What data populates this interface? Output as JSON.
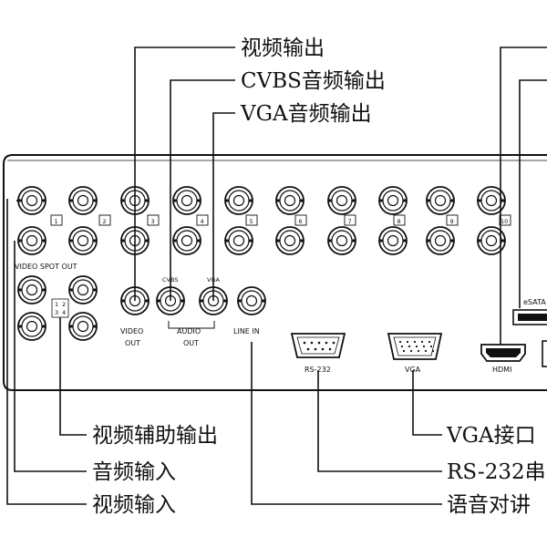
{
  "callouts": {
    "video_out": "视频输出",
    "cvbs_audio_out": "CVBS音频输出",
    "vga_audio_out": "VGA音频输出",
    "video_aux_out": "视频辅助输出",
    "audio_in": "音频输入",
    "video_in": "视频输入",
    "vga_port": "VGA接口",
    "rs232_serial": "RS-232串",
    "intercom": "语音对讲"
  },
  "panel": {
    "video_spot_out": "VIDEO SPOT OUT",
    "spot_numbers": [
      "1",
      "2",
      "3",
      "4"
    ],
    "channel_numbers": [
      "1",
      "2",
      "3",
      "4",
      "5",
      "6",
      "7",
      "8",
      "9",
      "10"
    ],
    "video_out_lines": [
      "VIDEO",
      "OUT"
    ],
    "cvbs": "CVBS",
    "vga_small": "VGA",
    "audio_out_lines": [
      "AUDIO",
      "OUT"
    ],
    "line_in": "LINE IN",
    "rs232": "RS-232",
    "vga": "VGA",
    "hdmi": "HDMI",
    "esata": "eSATA"
  },
  "colors": {
    "ink": "#111111",
    "background": "#ffffff"
  }
}
